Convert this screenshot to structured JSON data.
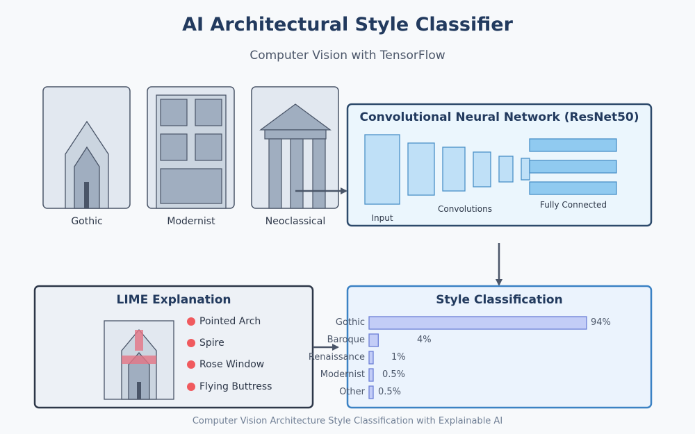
{
  "header": {
    "title": "AI Architectural Style Classifier",
    "subtitle": "Computer Vision with TensorFlow"
  },
  "inputs": {
    "thumbnails": [
      {
        "label": "Gothic",
        "icon": "gothic-building-icon"
      },
      {
        "label": "Modernist",
        "icon": "modernist-building-icon"
      },
      {
        "label": "Neoclassical",
        "icon": "neoclassical-building-icon"
      }
    ]
  },
  "cnn": {
    "title": "Convolutional Neural Network (ResNet50)",
    "input_label": "Input",
    "conv_label": "Convolutions",
    "fc_label": "Fully Connected"
  },
  "lime": {
    "title": "LIME Explanation",
    "features": [
      "Pointed Arch",
      "Spire",
      "Rose Window",
      "Flying Buttress"
    ],
    "feature_dot_color": "#f05a5e"
  },
  "classification": {
    "title": "Style Classification",
    "bars": [
      {
        "label": "Gothic",
        "value": 94,
        "text": "94%"
      },
      {
        "label": "Baroque",
        "value": 4,
        "text": "4%"
      },
      {
        "label": "Renaissance",
        "value": 1,
        "text": "1%"
      },
      {
        "label": "Modernist",
        "value": 0.5,
        "text": "0.5%"
      },
      {
        "label": "Other",
        "value": 0.5,
        "text": "0.5%"
      }
    ]
  },
  "footer": {
    "caption": "Computer Vision Architecture Style Classification with Explainable AI"
  },
  "colors": {
    "title": "#223a5e",
    "panel_border": "#2d3748",
    "classification_border": "#3b82c4",
    "bar_fill": "#c3cdf7",
    "bar_stroke": "#6b7fd7",
    "layer_fill": "#bfe0f7",
    "fc_fill": "#90caf0"
  }
}
